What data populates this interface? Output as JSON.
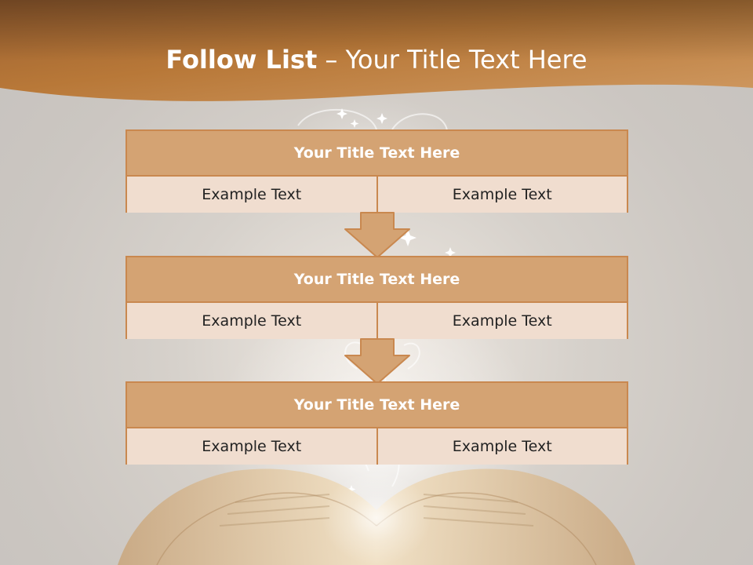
{
  "slide": {
    "title_bold": "Follow List",
    "title_rest": "– Your Title Text Here"
  },
  "blocks": [
    {
      "header": "Your Title Text Here",
      "cells": [
        "Example Text",
        "Example Text"
      ]
    },
    {
      "header": "Your Title Text Here",
      "cells": [
        "Example Text",
        "Example Text"
      ]
    },
    {
      "header": "Your Title Text Here",
      "cells": [
        "Example Text",
        "Example Text"
      ]
    }
  ],
  "colors": {
    "banner": "#b97a3c",
    "header_fill": "#d4a373",
    "cell_fill": "#f0ddcf",
    "border": "#c9884f"
  }
}
